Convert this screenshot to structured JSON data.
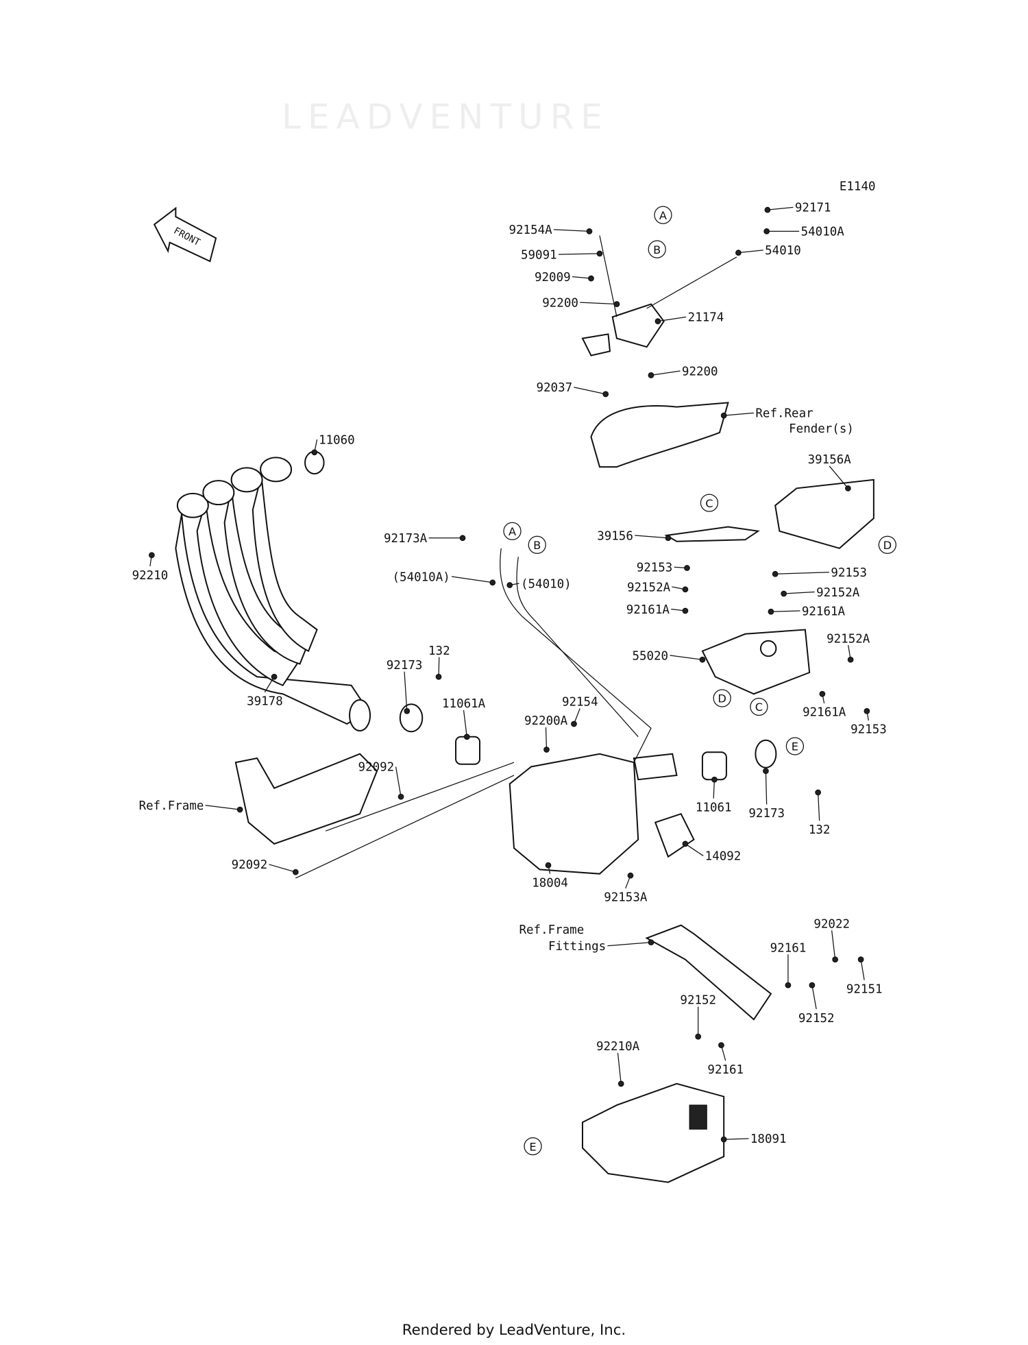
{
  "diagram_code": "E1140",
  "front_arrow_text": "FRONT",
  "footer": "Rendered by LeadVenture, Inc.",
  "watermark": "LEADVENTURE",
  "labels": [
    "92171",
    "54010A",
    "54010",
    "92154A",
    "59091",
    "92009",
    "92200",
    "21174",
    "92200",
    "92037",
    "Ref.Rear",
    "Fender(s)",
    "11060",
    "39156A",
    "92173A",
    "(54010A)",
    "(54010)",
    "39156",
    "92210",
    "92153",
    "92152A",
    "92161A",
    "92153",
    "92152A",
    "92161A",
    "132",
    "92173",
    "55020",
    "92152A",
    "39178",
    "11061A",
    "92154",
    "92200A",
    "92161A",
    "92153",
    "92092",
    "11061",
    "92173",
    "132",
    "Ref.Frame",
    "92092",
    "18004",
    "14092",
    "92153A",
    "Ref.Frame",
    "Fittings",
    "92022",
    "92161",
    "92151",
    "92152",
    "92152",
    "92210A",
    "92161",
    "18091"
  ],
  "callouts": [
    "A",
    "B",
    "C",
    "D",
    "A",
    "B",
    "C",
    "D",
    "E",
    "E"
  ]
}
